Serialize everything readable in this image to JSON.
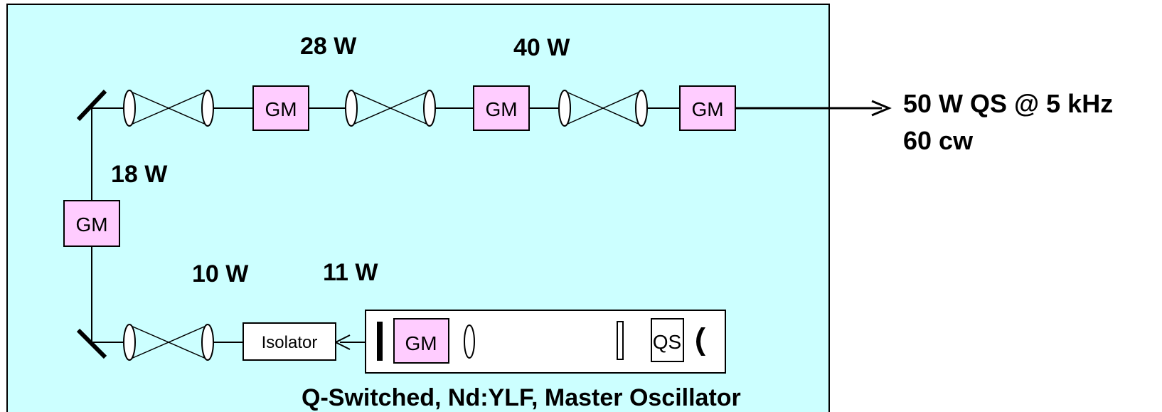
{
  "colors": {
    "panel_background": "#ccffff",
    "gain_module_fill": "#ffccff",
    "line": "#000000",
    "white_box": "#ffffff"
  },
  "chain": {
    "gain_module_label": "GM",
    "isolator_label": "Isolator",
    "qswitch_label": "QS",
    "power_labels": {
      "p10": "10 W",
      "p11": "11 W",
      "p18": "18 W",
      "p28": "28 W",
      "p40": "40 W"
    }
  },
  "oscillator": {
    "title": "Q-Switched, Nd:YLF, Master Oscillator"
  },
  "output": {
    "line1": "50 W QS @ 5 kHz",
    "line2": "60 cw"
  }
}
